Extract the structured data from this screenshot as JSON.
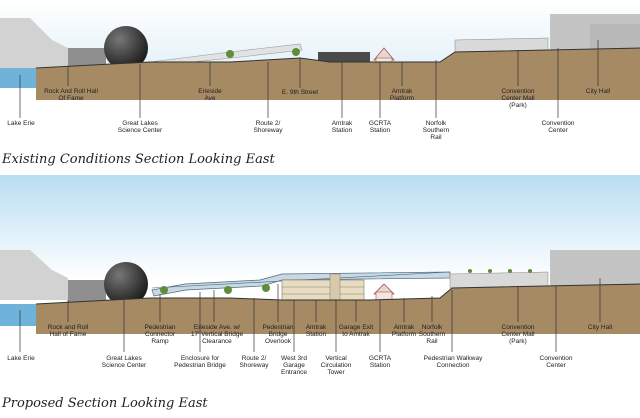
{
  "existing": {
    "caption": "Existing Conditions Section Looking East",
    "labels": {
      "lake_erie": "Lake Erie",
      "rock_hall": "Rock And Roll Hall\nOf Fame",
      "science_center": "Great Lakes\nScience Center",
      "erieside": "Erieside\nAve",
      "route2": "Route 2/\nShoreway",
      "e9th": "E. 9th Street",
      "amtrak_station": "Amtrak\nStation",
      "gcrta": "GCRTA\nStation",
      "amtrak_platform": "Amtrak\nPlatform",
      "norfolk": "Norfolk\nSouthern\nRail",
      "mall": "Convention\nCenter Mall\n(Park)",
      "convention": "Convention\nCenter",
      "city_hall": "City Hall"
    }
  },
  "proposed": {
    "caption": "Proposed Section Looking East",
    "labels": {
      "lake_erie": "Lake Erie",
      "rock_hall": "Rock and Roll\nHall of Fame",
      "science_center": "Great Lakes\nScience Center",
      "connector": "Pedestrian\nConnector\nRamp",
      "enclosure": "Enclosure for\nPedestrian Bridge",
      "erieside": "Erieside Ave. w/\n17' Vertical Bridge\nClearance",
      "route2": "Route 2/\nShoreway",
      "overlook": "Pedestrian\nBridge\nOverlook",
      "garage_entrance": "West 3rd\nGarage\nEntrance",
      "amtrak_station": "Amtrak\nStation",
      "vertical": "Vertical\nCirculation\nTower",
      "garage_exit": "Garage Exit\nto Amtrak",
      "gcrta": "GCRTA\nStation",
      "amtrak_platform": "Amtrak\nPlatform",
      "norfolk": "Norfolk\nSouthern\nRail",
      "walkway": "Pedestrian Walkway\nConnection",
      "mall": "Convention\nCenter Mall\n(Park)",
      "convention": "Convention\nCenter",
      "city_hall": "City Hall"
    }
  },
  "colors": {
    "sky": "#cfe6f3",
    "ground": "#a58a64",
    "water": "#6fb2da",
    "building": "#c9c9c9",
    "dark_building": "#555555"
  }
}
